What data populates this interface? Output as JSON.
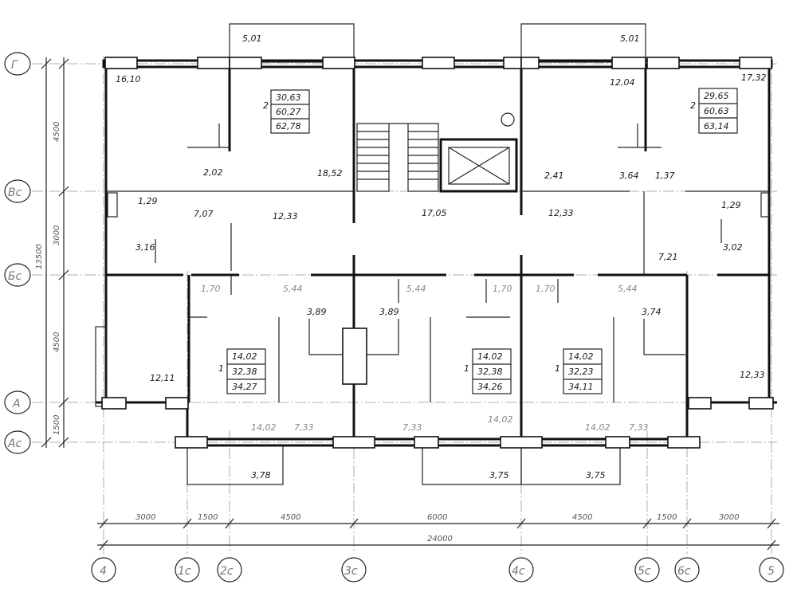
{
  "axes": {
    "rows": [
      "Г",
      "Вс",
      "Бс",
      "А",
      "Ас"
    ],
    "cols": [
      "4",
      "1с",
      "2с",
      "3с",
      "4с",
      "5с",
      "6с",
      "5"
    ]
  },
  "dimensions": {
    "vertical": [
      "4500",
      "3000",
      "4500",
      "1500",
      "13500"
    ],
    "horizontal": [
      "3000",
      "1500",
      "4500",
      "6000",
      "4500",
      "1500",
      "3000"
    ],
    "total": "24000"
  },
  "apartments": [
    {
      "id": "apt-top-left",
      "rooms": "2",
      "values": [
        "30,63",
        "60,27",
        "62,78"
      ]
    },
    {
      "id": "apt-top-right",
      "rooms": "2",
      "values": [
        "29,65",
        "60,63",
        "63,14"
      ]
    },
    {
      "id": "apt-bottom-1",
      "rooms": "1",
      "values": [
        "14,02",
        "32,38",
        "34,27"
      ]
    },
    {
      "id": "apt-bottom-2",
      "rooms": "1",
      "values": [
        "14,02",
        "32,38",
        "34,26"
      ]
    },
    {
      "id": "apt-bottom-3",
      "rooms": "1",
      "values": [
        "14,02",
        "32,23",
        "34,11"
      ]
    }
  ],
  "room_areas": {
    "dark": [
      "5,01",
      "5,01",
      "16,10",
      "12,04",
      "17,32",
      "2,02",
      "18,52",
      "2,41",
      "3,64",
      "1,37",
      "1,29",
      "7,07",
      "12,33",
      "17,05",
      "12,33",
      "1,29",
      "3,16",
      "7,21",
      "3,02",
      "3,89",
      "3,89",
      "3,74",
      "12,11",
      "12,33",
      "3,78",
      "3,75",
      "3,75"
    ],
    "gray": [
      "1,70",
      "5,44",
      "5,44",
      "1,70",
      "1,70",
      "5,44",
      "14,02",
      "7,33",
      "7,33",
      "14,02",
      "14,02",
      "7,33"
    ]
  }
}
